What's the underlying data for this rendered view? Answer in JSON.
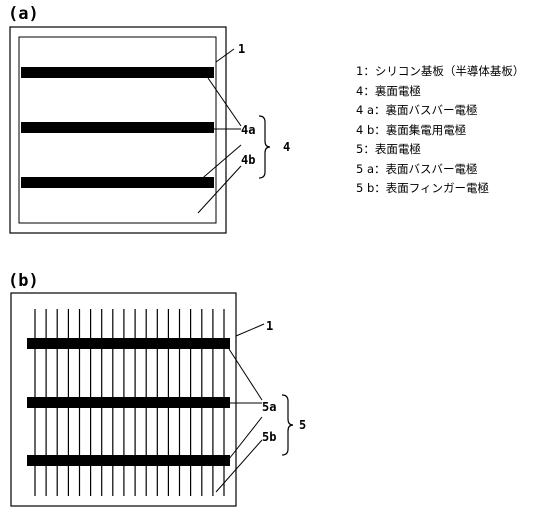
{
  "panel_a": {
    "label": "(a)",
    "refs": {
      "substrate": "1",
      "rear_busbar": "4a",
      "rear_collector": "4b",
      "rear_group": "4"
    }
  },
  "panel_b": {
    "label": "(b)",
    "refs": {
      "substrate": "1",
      "front_busbar": "5a",
      "front_finger": "5b",
      "front_group": "5"
    }
  },
  "legend": [
    "1：シリコン基板（半導体基板）",
    "4：裏面電極",
    "4 a：裏面バスバー電極",
    "4 b：裏面集電用電極",
    "5：表面電極",
    "5 a：表面バスバー電極",
    "5 b：表面フィンガー電極"
  ],
  "colors": {
    "ink": "#000000",
    "background": "#ffffff"
  }
}
